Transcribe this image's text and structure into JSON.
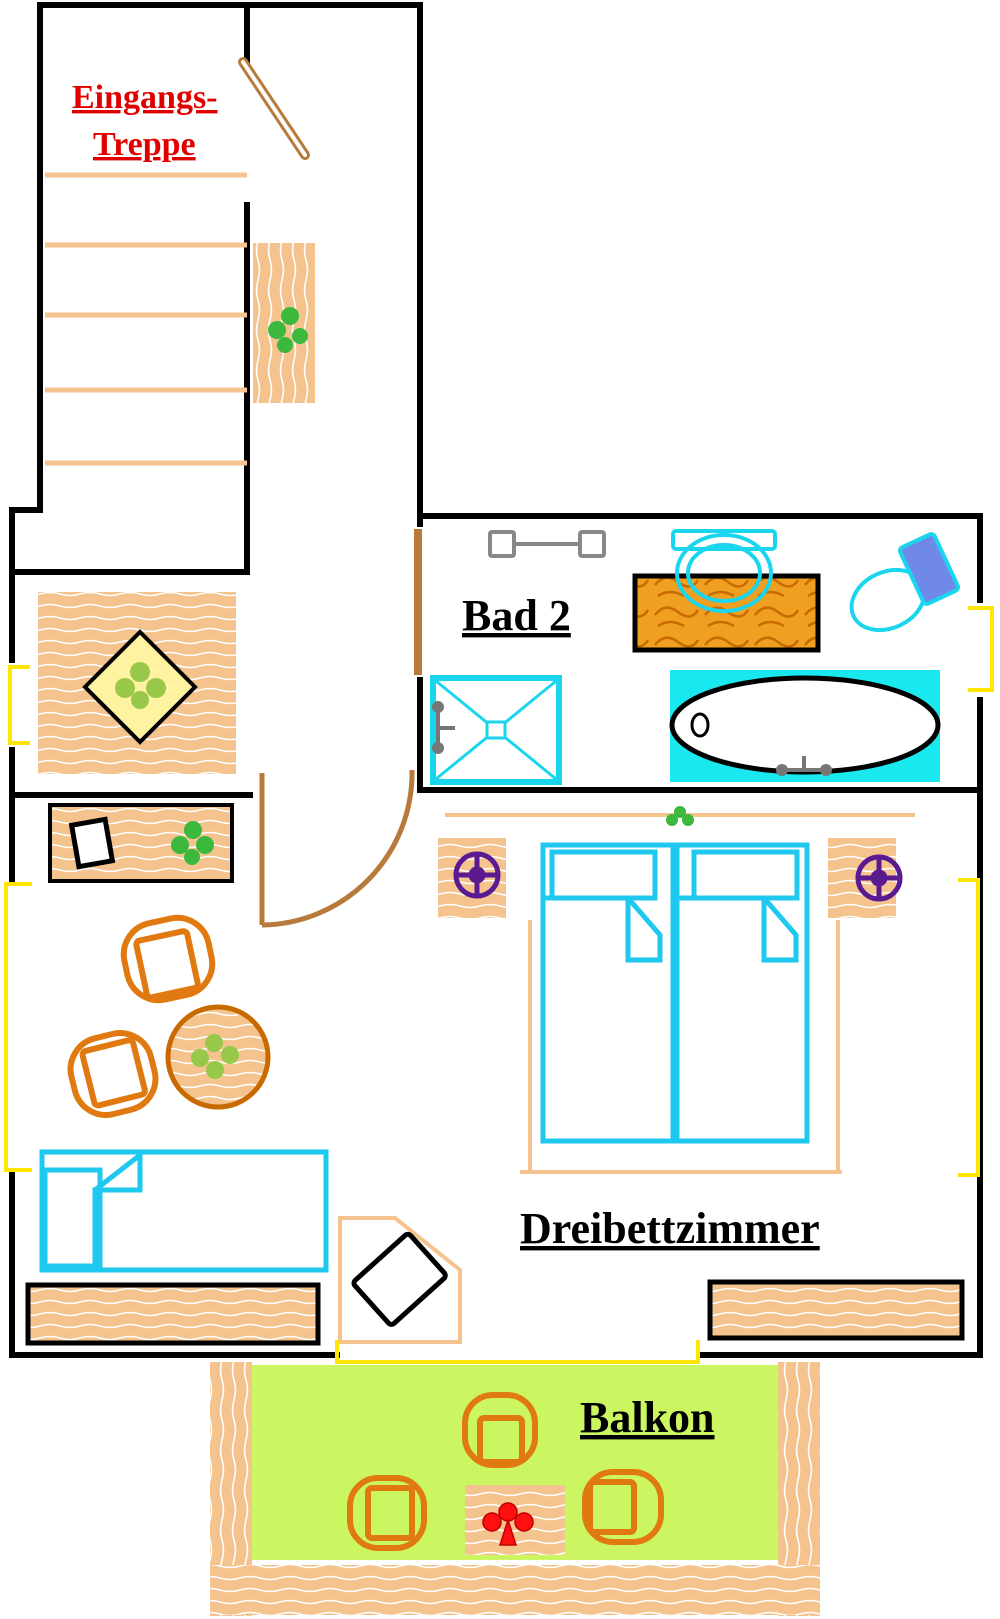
{
  "plan": {
    "labels": {
      "entrance_line1": "Eingangs-",
      "entrance_line2": "Treppe",
      "bathroom": "Bad 2",
      "bedroom": "Dreibettzimmer",
      "balcony": "Balkon"
    },
    "colors": {
      "wall": "#000000",
      "entrance_label": "#e00000",
      "label": "#000000",
      "window": "#ffe600",
      "wood": "#f5c38e",
      "wood_grain": "#ffffff",
      "bed": "#1ec8ee",
      "sanitary": "#19d6ee",
      "chair": "#e07a10",
      "door": "#b87a3a",
      "balcony_floor": "#ccf562",
      "plant_green": "#3cb83c",
      "plant_light": "#98c84a",
      "plant_red": "#ff1010",
      "lamp": "#5a1a90"
    },
    "icons": [
      "plant-icon",
      "bed-icon",
      "bathtub-icon",
      "toilet-icon",
      "washbasin-icon",
      "shower-icon",
      "chair-icon",
      "lamp-icon",
      "tv-icon",
      "phone-icon",
      "towel-rail-icon",
      "door-icon",
      "window-icon",
      "radiator-icon"
    ]
  }
}
